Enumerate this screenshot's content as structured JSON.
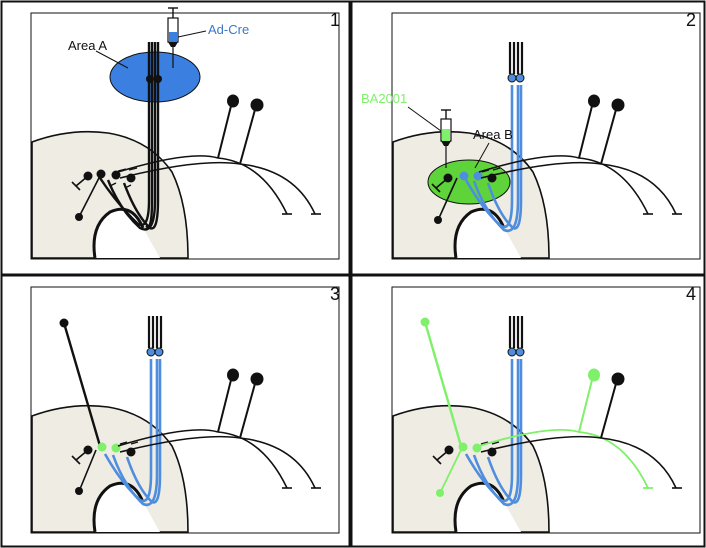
{
  "panels": [
    {
      "number": "1",
      "labels": {
        "area": "Area A",
        "injection": "Ad-Cre"
      }
    },
    {
      "number": "2",
      "labels": {
        "area": "Area B",
        "injection": "BA2001"
      }
    },
    {
      "number": "3"
    },
    {
      "number": "4"
    }
  ],
  "colors": {
    "blue_label": "#3a78c9",
    "blue_fill": "#3b7fe0",
    "blue_axon": "#4f8ede",
    "green": "#7ff06a",
    "green_fill": "#5fd43a",
    "tissue": "#efece4",
    "ink": "#111111"
  }
}
